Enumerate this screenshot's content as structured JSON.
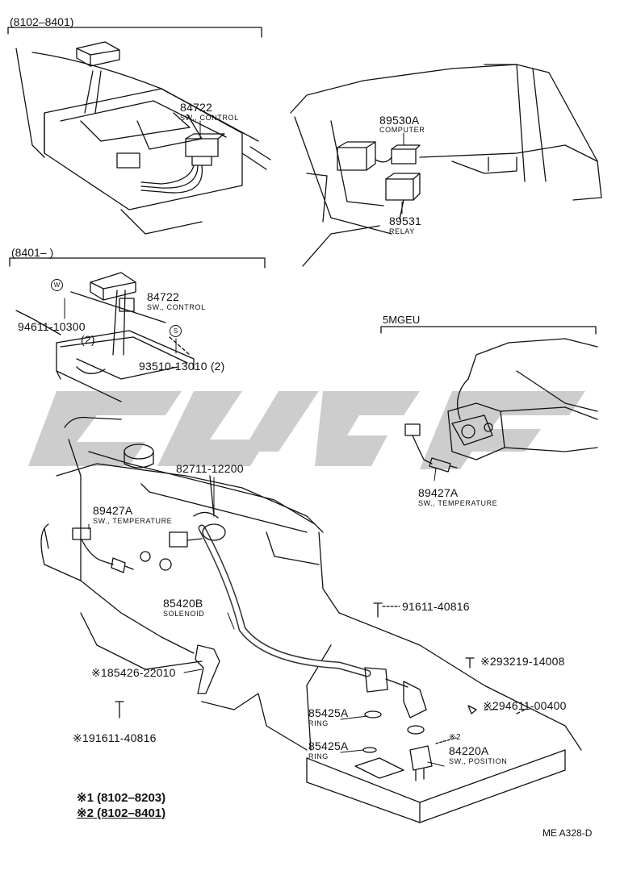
{
  "sections": {
    "early_range": "(8102–8401)",
    "late_range": "(8401–        )",
    "engine_code": "5MGEU"
  },
  "parts": {
    "p84722_a": {
      "number": "84722",
      "desc": "SW., CONTROL"
    },
    "p89530a": {
      "number": "89530A",
      "desc": "COMPUTER"
    },
    "p89531": {
      "number": "89531",
      "desc": "RELAY"
    },
    "p84722_b": {
      "number": "84722",
      "desc": "SW., CONTROL"
    },
    "p94611_10300": {
      "number": "94611-10300"
    },
    "qty_left": "(2)",
    "p93510_13010": {
      "number": "93510-13010 (2)"
    },
    "p89427a_right": {
      "number": "89427A",
      "desc": "SW., TEMPERATURE"
    },
    "p82711_12200": {
      "number": "82711-12200"
    },
    "p89427a_left": {
      "number": "89427A",
      "desc": "SW., TEMPERATURE"
    },
    "p85420b": {
      "number": "85420B",
      "desc": "SOLENOID"
    },
    "p91611_40816": {
      "number": "91611-40816"
    },
    "p293219_14008": {
      "number": "※293219-14008"
    },
    "p185426_22010": {
      "number": "※185426-22010"
    },
    "p294611_00400": {
      "number": "※294611-00400"
    },
    "p85425a_1": {
      "number": "85425A",
      "desc": "RING"
    },
    "p85425a_2": {
      "number": "85425A",
      "desc": "RING"
    },
    "p84220a": {
      "number": "84220A",
      "desc": "SW., POSITION",
      "note": "※2"
    },
    "p191611_40816": {
      "number": "※191611-40816"
    }
  },
  "markers": {
    "w": "W",
    "s": "S"
  },
  "legend": {
    "line1": "※1 (8102–8203)",
    "line2": "※2 (8102–8401)"
  },
  "footer": {
    "code": "ME A328-D"
  },
  "watermark_color": "#c8c8c8"
}
